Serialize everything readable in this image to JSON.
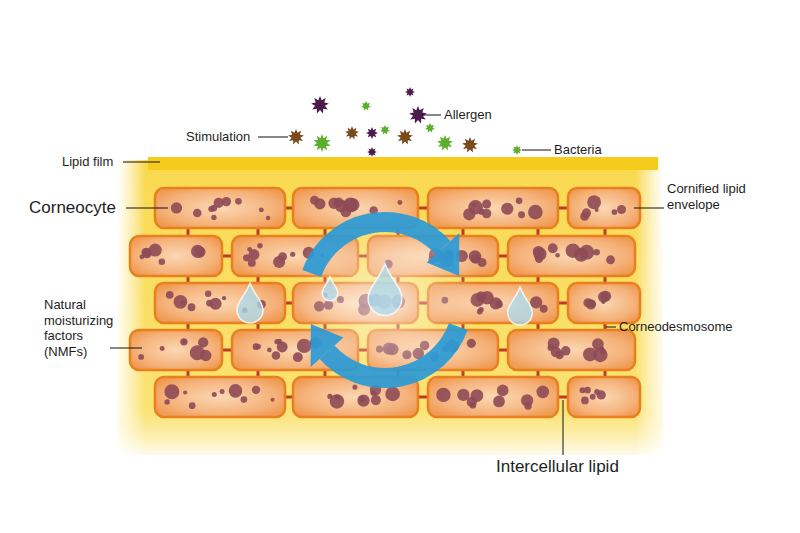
{
  "diagram": {
    "labels": [
      "Allergen",
      "Stimulation",
      "Bacteria",
      "Lipid film",
      "Corneocyte",
      "Cornified lipid envelope",
      "Natural moisturizing factors (NMFs)",
      "Corneodesmosome",
      "Intercellular lipid"
    ]
  }
}
